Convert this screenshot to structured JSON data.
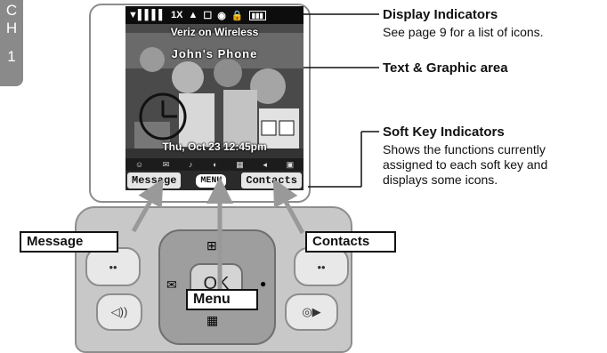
{
  "chapter_tab": {
    "line1": "C",
    "line2": "H",
    "number": "1"
  },
  "screen": {
    "status_text": "1X",
    "carrier": "Veriz on Wireless",
    "banner": "John's Phone",
    "datetime": "Thu, Oct 23  12:45pm",
    "soft_left": "Message",
    "soft_center": "MENU",
    "soft_right": "Contacts"
  },
  "keypad": {
    "ok_label": "OK"
  },
  "labels": {
    "message": "Message",
    "menu": "Menu",
    "contacts": "Contacts"
  },
  "annotations": {
    "display_title": "Display Indicators",
    "display_desc": "See page 9 for a list of icons.",
    "text_graphic_title": "Text & Graphic area",
    "softkey_title": "Soft Key Indicators",
    "softkey_desc_1": "Shows the functions currently",
    "softkey_desc_2": "assigned to each soft key and",
    "softkey_desc_3": "displays some icons."
  },
  "icons": [
    "signal-icon",
    "battery-icon",
    "lock-icon",
    "clock-icon",
    "speaker-icon",
    "camera-icon",
    "calendar-icon",
    "voice-icon"
  ]
}
